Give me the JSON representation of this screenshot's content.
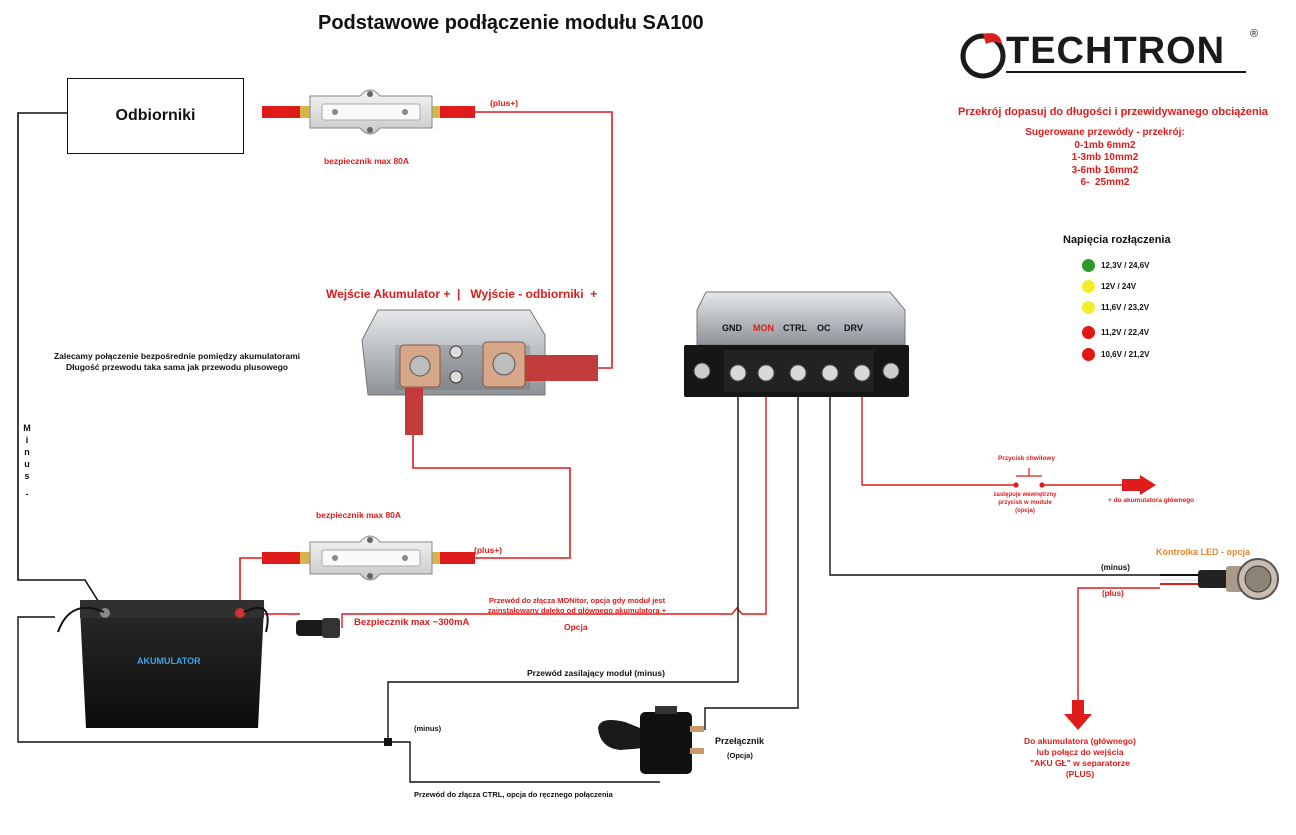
{
  "title": "Podstawowe podłączenie modułu SA100",
  "logo": {
    "text": "TECHTRON",
    "registered": "®"
  },
  "load_box": {
    "label": "Odbiorniki"
  },
  "top_fuse": {
    "label": "bezpiecznik max 80A",
    "plus_label": "(plus+)"
  },
  "relay": {
    "header": "Wejście Akumulator +  |   Wyjście - odbiorniki  +"
  },
  "bottom_fuse": {
    "label": "bezpiecznik max 80A",
    "plus_label": "(plus+)"
  },
  "minus_recommendation": {
    "line1": "Zalecamy połączenie bezpośrednie pomiędzy akumulatorami",
    "line2": "Długość przewodu taka sama jak przewodu plusowego"
  },
  "minus_vertical": [
    "M",
    "i",
    "n",
    "u",
    "s",
    "-"
  ],
  "battery": {
    "label": "AKUMULATOR"
  },
  "small_fuse": {
    "label": "Bezpiecznik max ~300mA"
  },
  "mon_note": {
    "line1": "Przewód do złącza MONitor, opcja gdy moduł jest",
    "line2": "zainstalowany daleko od głównego akumulatora +",
    "option": "Opcja"
  },
  "supply_note": "Przewód zasilający moduł (minus)",
  "minus_small": "(minus)",
  "switch": {
    "label": "Przełącznik",
    "option": "(Opcja)"
  },
  "ctrl_note": "Przewód do złącza CTRL, opcja do ręcznego połączenia",
  "module": {
    "terminals": [
      "GND",
      "MON",
      "CTRL",
      "OC",
      "DRV"
    ]
  },
  "button": {
    "label": "Przycisk chwilowy",
    "note_line1": "zastępuje wewnętrzny",
    "note_line2": "przycisk w module",
    "note_line3": "(opcja)",
    "target": "+ do akumulatora głównego"
  },
  "led": {
    "label": "Kontrolka LED - opcja",
    "minus": "(minus)",
    "plus": "(plus)"
  },
  "destination": {
    "line1": "Do akumulatora (głównego)",
    "line2": "lub połącz do wejścia",
    "line3": "\"AKU GŁ\" w separatorze",
    "line4": "(PLUS)"
  },
  "wire_section": {
    "heading": "Przekrój dopasuj do długości i przewidywanego obciążenia",
    "subheading": "Sugerowane przewódy - przekrój:",
    "rows": [
      "0-1mb 6mm2",
      "1-3mb 10mm2",
      "3-6mb 16mm2",
      "6-  25mm2"
    ]
  },
  "voltage_legend": {
    "title": "Napięcia rozłączenia",
    "items": [
      {
        "label": "12,3V / 24,6V",
        "color": "#2e9a2e"
      },
      {
        "label": "12V / 24V",
        "color": "#f2ee2a"
      },
      {
        "label": "11,6V / 23,2V",
        "color": "#f2ee2a"
      },
      {
        "label": "11,2V / 22,4V",
        "color": "#e21616"
      },
      {
        "label": "10,6V / 21,2V",
        "color": "#e21616"
      }
    ]
  },
  "colors": {
    "wire_red": "#e01b1b",
    "wire_black": "#111111",
    "accent_red": "#e01b1b"
  }
}
